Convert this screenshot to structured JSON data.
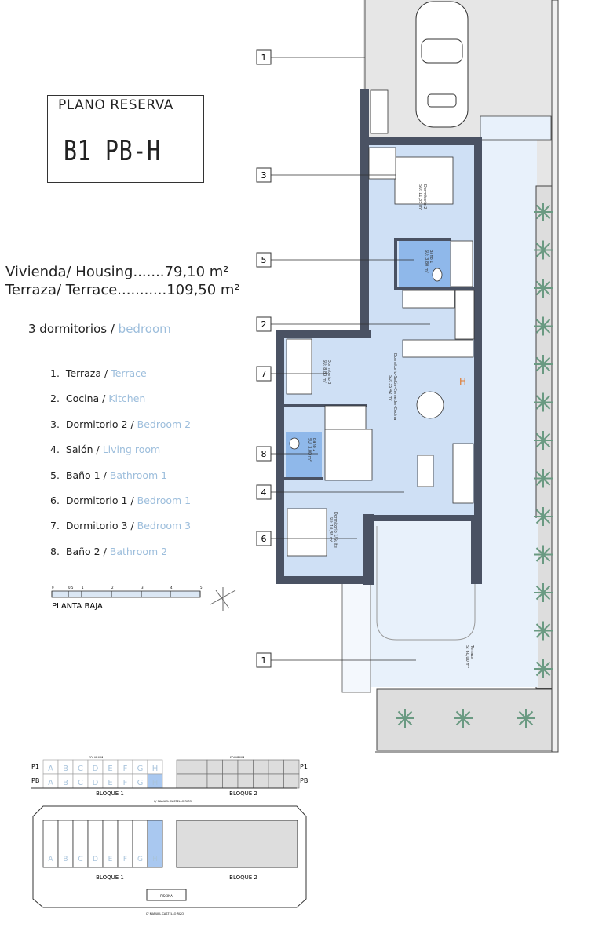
{
  "title": {
    "heading": "PLANO RESERVA",
    "unit_code": "B1 PB-H"
  },
  "areas": {
    "housing": "Vivienda/ Housing.......79,10 m²",
    "terrace": "Terraza/ Terrace...........109,50 m²"
  },
  "bedrooms": {
    "es": "3 dormitorios / ",
    "en": "bedroom"
  },
  "legend": [
    {
      "num": "1.",
      "es": "Terraza / ",
      "en": "Terrace"
    },
    {
      "num": "2.",
      "es": "Cocina / ",
      "en": "Kitchen"
    },
    {
      "num": "3.",
      "es": "Dormitorio 2 / ",
      "en": "Bedroom 2"
    },
    {
      "num": "4.",
      "es": "Salón / ",
      "en": "Living room"
    },
    {
      "num": "5.",
      "es": "Baño 1 / ",
      "en": "Bathroom 1"
    },
    {
      "num": "6.",
      "es": "Dormitorio 1 / ",
      "en": "Bedroom 1"
    },
    {
      "num": "7.",
      "es": "Dormitorio 3 / ",
      "en": "Bedroom 3"
    },
    {
      "num": "8.",
      "es": "Baño 2 / ",
      "en": "Bathroom 2"
    }
  ],
  "scale": {
    "ticks": [
      "0",
      "0.5",
      "1",
      "2",
      "3",
      "4",
      "5"
    ],
    "label": "PLANTA BAJA"
  },
  "callouts": [
    "1",
    "3",
    "5",
    "2",
    "7",
    "8",
    "4",
    "6",
    "1"
  ],
  "rooms": {
    "dorm2": {
      "name": "Dormitorio 2",
      "area": "SU: 11,35 m²"
    },
    "bano1": {
      "name": "Baño 1",
      "area": "SU: 3,80 m²"
    },
    "dorm3": {
      "name": "Dormitorio 3",
      "area": "SU: 8,80 m²"
    },
    "salon": {
      "name": "Dormitorio-Salón-Comedor-Cocina",
      "area": "SU: 35,42 m²"
    },
    "bano2": {
      "name": "Baño 2",
      "area": "SU: 3,00 m²"
    },
    "dorm1": {
      "name": "Dormitorio 1/Suite",
      "area": "SU: 10,88 m²"
    },
    "terraza": {
      "name": "Terraza",
      "area": "S: 60,00 m²"
    }
  },
  "unit_marker": "H",
  "site": {
    "solarium": "SOLARIUM",
    "floors": [
      "P1",
      "PB"
    ],
    "units": [
      "A",
      "B",
      "C",
      "D",
      "E",
      "F",
      "G",
      "H"
    ],
    "block1": "BLOQUE 1",
    "block2": "BLOQUE 2",
    "street": "C/ MANUEL CASTELLO RIZO",
    "pool": "PISCINA",
    "selected_unit": "H",
    "selected_floor": "PB"
  },
  "colors": {
    "wall": "#4a5263",
    "interior": "#cfe0f5",
    "bathroom": "#8fb8ea",
    "terrace": "#e8f1fb",
    "paving": "#e4e4e4",
    "highlight": "#a9c8f0",
    "accent_en": "#9dbedc",
    "marker": "#e07a2e"
  }
}
